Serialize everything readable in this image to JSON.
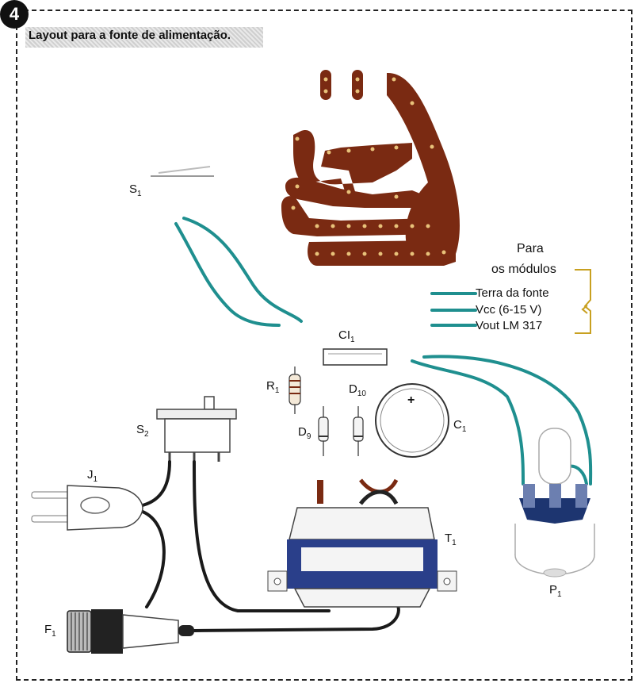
{
  "figure": {
    "number": "4",
    "title": "Layout para a fonte de alimentação."
  },
  "components": {
    "S1": {
      "letter": "S",
      "sub": "1"
    },
    "S2": {
      "letter": "S",
      "sub": "2"
    },
    "J1": {
      "letter": "J",
      "sub": "1"
    },
    "F1": {
      "letter": "F",
      "sub": "1"
    },
    "T1": {
      "letter": "T",
      "sub": "1"
    },
    "P1": {
      "letter": "P",
      "sub": "1"
    },
    "CI1": {
      "letter": "CI",
      "sub": "1"
    },
    "R1": {
      "letter": "R",
      "sub": "1"
    },
    "D9": {
      "letter": "D",
      "sub": "9"
    },
    "D10": {
      "letter": "D",
      "sub": "10"
    },
    "C1": {
      "letter": "C",
      "sub": "1"
    },
    "C1_polarity": "+"
  },
  "outputs": {
    "heading_line1": "Para",
    "heading_line2": "os módulos",
    "labels": [
      "Terra da fonte",
      "Vcc (6-15 V)",
      "Vout LM 317"
    ]
  },
  "colors": {
    "pcb_copper": "#7a2a12",
    "wire_teal": "#1f8f8f",
    "wire_black": "#1a1a1a",
    "transformer_blue": "#2a3f8a",
    "bracket": "#c8a020"
  }
}
